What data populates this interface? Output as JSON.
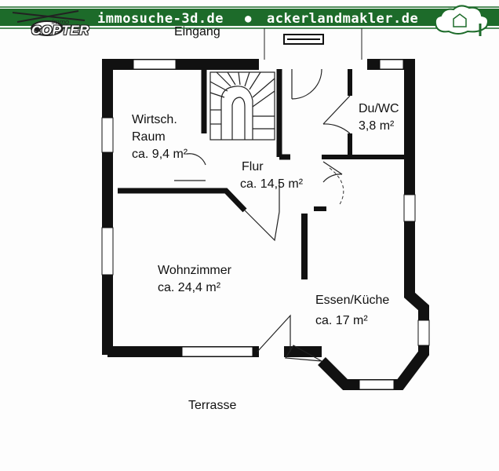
{
  "banner": {
    "left_text": "immosuche-3d.de",
    "separator": "●",
    "right_text": "ackerlandmakler.de",
    "color": "#1d6b2a"
  },
  "logo": {
    "small_text": "immo",
    "main_text": "COPTER"
  },
  "labels": {
    "entrance": "Eingang",
    "terrace": "Terrasse"
  },
  "rooms": {
    "utility": {
      "name_line1": "Wirtsch.",
      "name_line2": "Raum",
      "area": "ca. 9,4 m²"
    },
    "bath": {
      "name": "Du/WC",
      "area": "3,8 m²"
    },
    "hall": {
      "name": "Flur",
      "area": "ca. 14,5 m²"
    },
    "living": {
      "name": "Wohnzimmer",
      "area": "ca. 24,4 m²"
    },
    "kitchen": {
      "name": "Essen/Küche",
      "area": "ca. 17 m²"
    }
  }
}
